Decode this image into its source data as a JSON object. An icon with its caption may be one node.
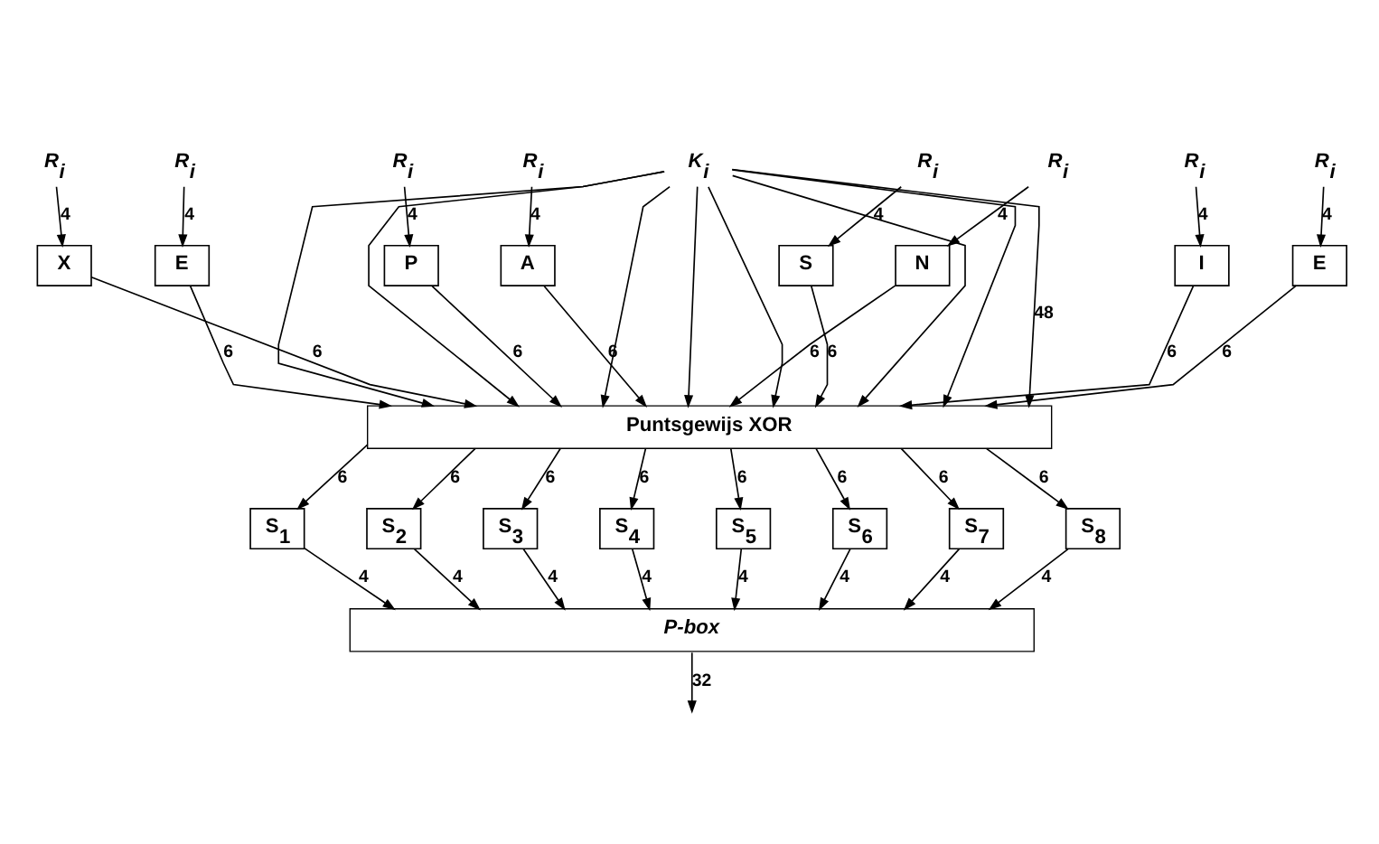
{
  "diagram": {
    "nodes": [
      {
        "text": [
          "R$_{i}$"
        ]
      },
      {
        "text": [
          "R$_{i}$"
        ]
      },
      {
        "text": [
          "R$_{i}$"
        ]
      },
      {
        "text": [
          "R$_{i}$"
        ]
      },
      {
        "text": [
          "R$_{i}$"
        ]
      },
      {
        "text": [
          "R$_{i}$"
        ]
      },
      {
        "text": [
          "R$_{i}$"
        ]
      },
      {
        "text": [
          "R$_{i}$"
        ]
      },
      {
        "text": [
          "K$_{i}$"
        ]
      },
      {
        "text": [
          "E"
        ]
      },
      {
        "text": [
          "X"
        ]
      },
      {
        "text": [
          "P"
        ]
      },
      {
        "text": [
          "A"
        ]
      },
      {
        "text": [
          "N"
        ]
      },
      {
        "text": [
          "S"
        ]
      },
      {
        "text": [
          "I"
        ]
      },
      {
        "text": [
          "E"
        ]
      },
      {
        "text": [
          "Puntsgewijs XOR"
        ]
      },
      {
        "text": [
          "S$_{1}$"
        ]
      },
      {
        "text": [
          "S$_{2}$"
        ]
      },
      {
        "text": [
          "S$_{3}$"
        ]
      },
      {
        "text": [
          "S$_{4}$"
        ]
      },
      {
        "text": [
          "S$_{5}$"
        ]
      },
      {
        "text": [
          "S$_{6}$"
        ]
      },
      {
        "text": [
          "S$_{7}$"
        ]
      },
      {
        "text": [
          "S$_{8}$"
        ]
      },
      {
        "text": [
          "P-box"
        ]
      }
    ],
    "edges": [
      {
        "from": 0,
        "to": 9,
        "arrow": "to",
        "label": "4"
      },
      {
        "from": 1,
        "to": 10,
        "arrow": "to",
        "label": "4"
      },
      {
        "from": 2,
        "to": 11,
        "arrow": "to",
        "label": "4"
      },
      {
        "from": 3,
        "to": 12,
        "arrow": "to",
        "label": "4"
      },
      {
        "from": 4,
        "to": 13,
        "arrow": "to",
        "label": "4"
      },
      {
        "from": 5,
        "to": 14,
        "arrow": "to",
        "label": "4"
      },
      {
        "from": 6,
        "to": 15,
        "arrow": "to",
        "label": "4"
      },
      {
        "from": 7,
        "to": 16,
        "arrow": "to",
        "label": "4"
      },
      {
        "from": 9,
        "to": 17,
        "arrow": "to",
        "label": "6"
      },
      {
        "from": 10,
        "to": 17,
        "arrow": "to",
        "label": "6"
      },
      {
        "from": 11,
        "to": 17,
        "arrow": "to",
        "label": "6"
      },
      {
        "from": 12,
        "to": 17,
        "arrow": "to",
        "label": "6"
      },
      {
        "from": 13,
        "to": 17,
        "arrow": "to",
        "label": "6"
      },
      {
        "from": 14,
        "to": 17,
        "arrow": "to",
        "label": "6"
      },
      {
        "from": 15,
        "to": 17,
        "arrow": "to",
        "label": "6"
      },
      {
        "from": 16,
        "to": 17,
        "arrow": "to",
        "label": "6"
      },
      {
        "from": 8,
        "to": 17,
        "arrow": "to"
      },
      {
        "from": 8,
        "to": 17,
        "arrow": "to"
      },
      {
        "from": 8,
        "to": 17,
        "arrow": "to"
      },
      {
        "from": 8,
        "to": 17,
        "arrow": "to"
      },
      {
        "from": 8,
        "to": 17,
        "arrow": "to"
      },
      {
        "from": 8,
        "to": 17,
        "arrow": "to"
      },
      {
        "from": 8,
        "to": 17,
        "arrow": "to"
      },
      {
        "from": 8,
        "to": 17,
        "arrow": "to",
        "label": "48"
      },
      {
        "from": 17,
        "to": 18,
        "arrow": "to",
        "label": "6"
      },
      {
        "from": 17,
        "to": 19,
        "arrow": "to",
        "label": "6"
      },
      {
        "from": 17,
        "to": 20,
        "arrow": "to",
        "label": "6"
      },
      {
        "from": 17,
        "to": 21,
        "arrow": "to",
        "label": "6"
      },
      {
        "from": 17,
        "to": 22,
        "arrow": "to",
        "label": "6"
      },
      {
        "from": 17,
        "to": 23,
        "arrow": "to",
        "label": "6"
      },
      {
        "from": 17,
        "to": 24,
        "arrow": "to",
        "label": "6"
      },
      {
        "from": 17,
        "to": 25,
        "arrow": "to",
        "label": "6"
      },
      {
        "from": 18,
        "to": 26,
        "arrow": "to",
        "label": "4"
      },
      {
        "from": 19,
        "to": 26,
        "arrow": "to",
        "label": "4"
      },
      {
        "from": 20,
        "to": 26,
        "arrow": "to",
        "label": "4"
      },
      {
        "from": 21,
        "to": 26,
        "arrow": "to",
        "label": "4"
      },
      {
        "from": 22,
        "to": 26,
        "arrow": "to",
        "label": "4"
      },
      {
        "from": 23,
        "to": 26,
        "arrow": "to",
        "label": "4"
      },
      {
        "from": 24,
        "to": 26,
        "arrow": "to",
        "label": "4"
      },
      {
        "from": 25,
        "to": 26,
        "arrow": "to",
        "label": "4"
      },
      {
        "from": 26,
        "to": null,
        "arrow": "to",
        "label": "32"
      }
    ]
  }
}
